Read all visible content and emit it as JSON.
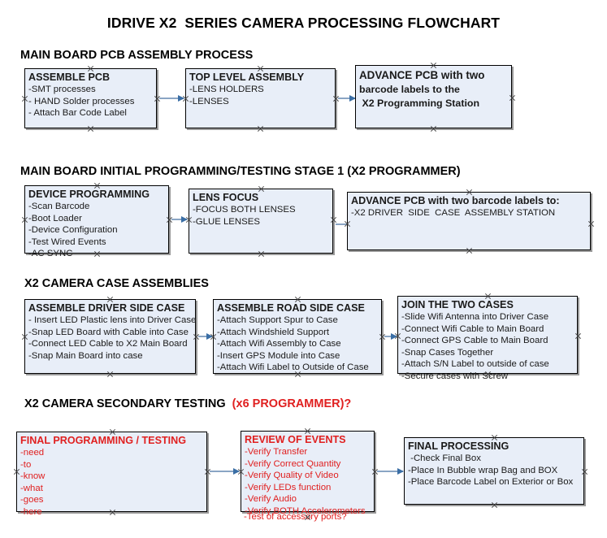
{
  "document": {
    "title": "IDRIVE X2  SERIES CAMERA PROCESSING FLOWCHART"
  },
  "sections": [
    {
      "id": "main-board-pcb-assembly-process",
      "heading": "MAIN BOARD PCB ASSEMBLY PROCESS",
      "heading_red": "",
      "boxes": [
        {
          "id": "assemble-pcb",
          "title": "ASSEMBLE PCB",
          "lines": [
            "-SMT processes",
            "- HAND Solder processes",
            "- Attach Bar Code Label"
          ]
        },
        {
          "id": "top-level-assembly",
          "title": "TOP LEVEL ASSEMBLY",
          "lines": [
            "-LENS HOLDERS",
            "-LENSES"
          ]
        },
        {
          "id": "advance-pcb-to-x2-programming-station",
          "title": "ADVANCE PCB with two",
          "lines": [
            "barcode labels to the",
            " X2 Programming Station"
          ]
        }
      ]
    },
    {
      "id": "main-board-initial-programming",
      "heading": "MAIN BOARD INITIAL PROGRAMMING/TESTING STAGE 1 (X2 PROGRAMMER)",
      "heading_red": "",
      "boxes": [
        {
          "id": "device-programming",
          "title": "DEVICE PROGRAMMING",
          "lines": [
            "-Scan Barcode",
            "-Boot Loader",
            "-Device Configuration",
            "-Test Wired Events",
            "-AC SYNC"
          ]
        },
        {
          "id": "lens-focus",
          "title": "LENS FOCUS",
          "lines": [
            "-FOCUS BOTH LENSES",
            "-GLUE LENSES"
          ]
        },
        {
          "id": "advance-pcb-to-driver-side-case-assembly",
          "title": "ADVANCE PCB with two barcode labels to:",
          "lines": [
            "-X2 DRIVER  SIDE  CASE  ASSEMBLY STATION"
          ]
        }
      ]
    },
    {
      "id": "x2-camera-case-assemblies",
      "heading": "X2 CAMERA CASE ASSEMBLIES",
      "heading_red": "",
      "boxes": [
        {
          "id": "assemble-driver-side-case",
          "title": "ASSEMBLE DRIVER SIDE CASE",
          "lines": [
            "- Insert LED Plastic lens into Driver Case",
            "-Snap LED Board with Cable into Case",
            "-Connect LED Cable to X2 Main Board",
            "-Snap Main Board into case"
          ]
        },
        {
          "id": "assemble-road-side-case",
          "title": "ASSEMBLE ROAD SIDE CASE",
          "lines": [
            "-Attach Support Spur to Case",
            "-Attach Windshield Support",
            "-Attach Wifi Assembly to Case",
            "-Insert GPS Module into Case",
            "-Attach Wifi Label to Outside of Case"
          ]
        },
        {
          "id": "join-the-two-cases",
          "title": "JOIN THE TWO CASES",
          "lines": [
            "-Slide Wifi Antenna into Driver Case",
            "-Connect Wifi Cable to Main Board",
            "-Connect GPS Cable to Main Board",
            "-Snap Cases Together",
            "-Attach S/N Label to outside of case",
            "-Secure cases with Screw"
          ]
        }
      ]
    },
    {
      "id": "x2-camera-secondary-testing",
      "heading": "X2 CAMERA SECONDARY TESTING  ",
      "heading_red": "(x6 PROGRAMMER)?",
      "boxes": [
        {
          "id": "final-programming-testing",
          "title": "FINAL PROGRAMMING / TESTING",
          "lines": [
            "-need",
            "-to",
            "-know",
            "-what",
            "-goes",
            "-here"
          ]
        },
        {
          "id": "review-of-events",
          "title": "REVIEW OF EVENTS",
          "lines": [
            "-Verify Transfer",
            "-Verify Correct Quantity",
            "-Verify Quality of Video",
            "-Verify LEDs function",
            "-Verify Audio",
            "-Verify BOTH Accelerometers"
          ],
          "overflow_line": "-Test of accessory ports?"
        },
        {
          "id": "final-processing",
          "title": "FINAL PROCESSING",
          "lines": [
            " -Check Final Box",
            "-Place In Bubble wrap Bag and BOX",
            "-Place Barcode Label on Exterior or Box"
          ]
        }
      ]
    }
  ],
  "colors": {
    "box_fill": "#e8eef8",
    "box_border": "#000000",
    "box_shadow": "#9a9a9a",
    "connector": "#8aa5c4",
    "arrowhead": "#3a6ea5",
    "red_text": "#e02020",
    "black_text": "#1a1a1a"
  }
}
